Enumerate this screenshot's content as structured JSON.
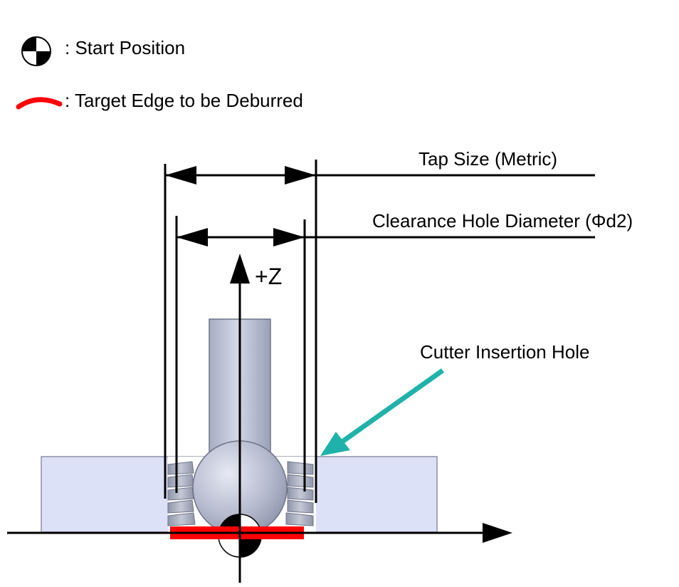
{
  "legend": {
    "start_position": ": Start Position",
    "target_edge": ": Target Edge to be Deburred"
  },
  "dimensions": {
    "tap_size": "Tap Size (Metric)",
    "clearance_hole": "Clearance Hole Diameter (Φd2)"
  },
  "axis": {
    "z_label": "+Z"
  },
  "callout": {
    "cutter_insertion_hole": "Cutter Insertion Hole"
  },
  "colors": {
    "deburr_edge": "#ff0000",
    "callout_arrow": "#20b2aa",
    "workpiece": "#dde1f7",
    "tool": "#b9bfd2"
  }
}
